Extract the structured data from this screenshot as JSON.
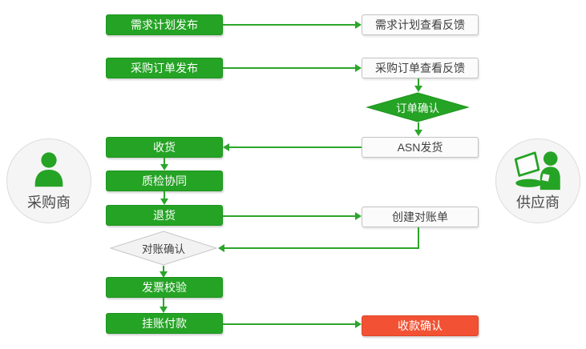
{
  "diagram": {
    "actors": {
      "buyer": {
        "label": "采购商",
        "icon": "person-icon"
      },
      "supplier": {
        "label": "供应商",
        "icon": "person-laptop-icon"
      }
    },
    "nodes": {
      "demand_plan_publish": {
        "label": "需求计划发布",
        "type": "process",
        "style": "green"
      },
      "po_publish": {
        "label": "采购订单发布",
        "type": "process",
        "style": "green"
      },
      "receive": {
        "label": "收货",
        "type": "process",
        "style": "green"
      },
      "quality_collab": {
        "label": "质检协同",
        "type": "process",
        "style": "green"
      },
      "return_goods": {
        "label": "退货",
        "type": "process",
        "style": "green"
      },
      "statement_confirm": {
        "label": "对账确认",
        "type": "decision",
        "style": "gray"
      },
      "invoice_check": {
        "label": "发票校验",
        "type": "process",
        "style": "green"
      },
      "account_payment": {
        "label": "挂账付款",
        "type": "process",
        "style": "green"
      },
      "demand_plan_feedback": {
        "label": "需求计划查看反馈",
        "type": "process",
        "style": "white"
      },
      "po_feedback": {
        "label": "采购订单查看反馈",
        "type": "process",
        "style": "white"
      },
      "order_confirm": {
        "label": "订单确认",
        "type": "decision",
        "style": "green"
      },
      "asn_ship": {
        "label": "ASN发货",
        "type": "process",
        "style": "white"
      },
      "create_statement": {
        "label": "创建对账单",
        "type": "process",
        "style": "white"
      },
      "receipt_confirm": {
        "label": "收款确认",
        "type": "process",
        "style": "red"
      }
    },
    "edges": [
      {
        "from": "demand_plan_publish",
        "to": "demand_plan_feedback"
      },
      {
        "from": "po_publish",
        "to": "po_feedback"
      },
      {
        "from": "po_feedback",
        "to": "order_confirm"
      },
      {
        "from": "order_confirm",
        "to": "asn_ship"
      },
      {
        "from": "asn_ship",
        "to": "receive"
      },
      {
        "from": "receive",
        "to": "quality_collab"
      },
      {
        "from": "quality_collab",
        "to": "return_goods"
      },
      {
        "from": "return_goods",
        "to": "create_statement"
      },
      {
        "from": "create_statement",
        "to": "statement_confirm"
      },
      {
        "from": "statement_confirm",
        "to": "invoice_check"
      },
      {
        "from": "invoice_check",
        "to": "account_payment"
      },
      {
        "from": "account_payment",
        "to": "receipt_confirm"
      }
    ],
    "colors": {
      "green": "#25a325",
      "green_border": "#1d951d",
      "arrow_line": "#2ba62b",
      "red": "#f25233",
      "white_box_bg": "#fbfbfb",
      "white_box_border": "#c2c2c2",
      "gray_diamond_bg": "#f2f2f2",
      "gray_diamond_border": "#c6c6c6",
      "text_dark": "#3f3f3f"
    }
  }
}
